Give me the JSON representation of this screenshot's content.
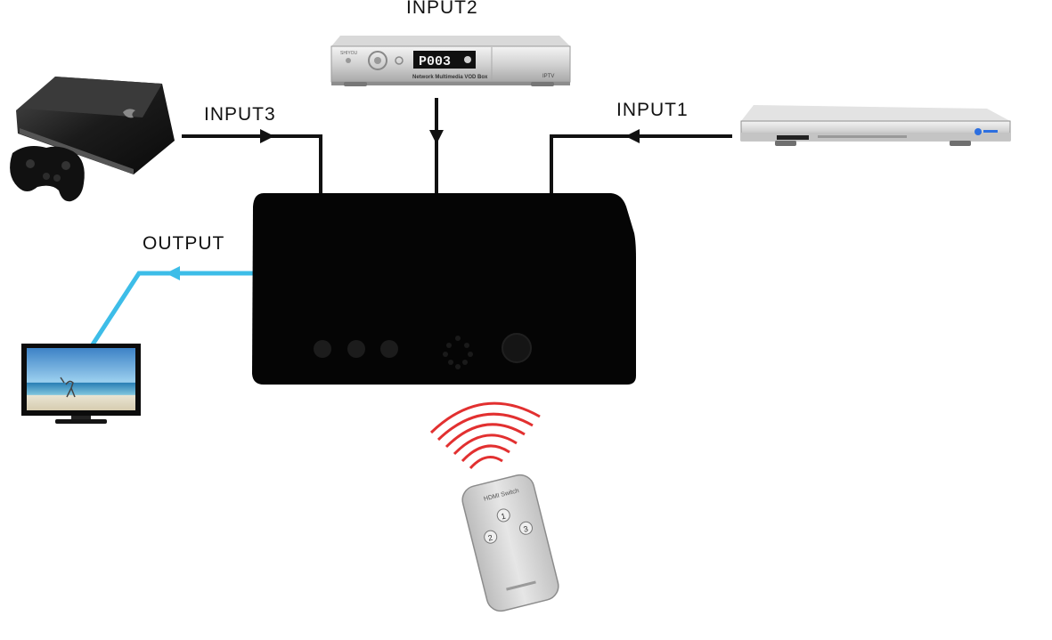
{
  "labels": {
    "input1": "INPUT1",
    "input2": "INPUT2",
    "input3": "INPUT3",
    "output": "OUTPUT"
  },
  "devices": {
    "input2_box": {
      "display": "P003",
      "caption": "Network Multimedia VOD Box",
      "badge": "IPTV",
      "brand": "SHIYOU"
    },
    "remote": {
      "title": "HDMI Switch",
      "buttons": [
        "1",
        "2",
        "3"
      ]
    }
  },
  "colors": {
    "cable": "#111111",
    "output_cable": "#3dbde8",
    "ir_waves": "#e23030",
    "switch_body": "#050505"
  },
  "icons": [
    "game-console-icon",
    "set-top-box-icon",
    "dvd-player-icon",
    "tv-icon",
    "hdmi-switch-icon",
    "remote-icon",
    "ir-signal-icon"
  ]
}
